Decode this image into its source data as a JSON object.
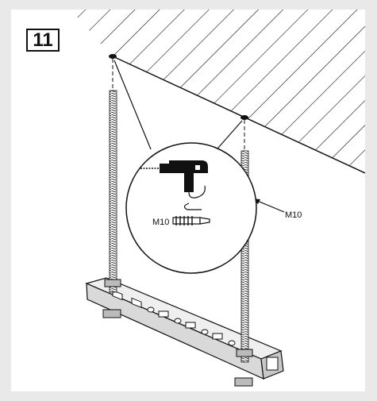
{
  "step": {
    "number": "11"
  },
  "labels": {
    "rod_thread": "M10",
    "anchor_size": "M10"
  },
  "icons": [
    "ceiling-hatch",
    "threaded-rod",
    "drill-icon",
    "wall-plug-icon",
    "mounting-rail"
  ],
  "colors": {
    "frame_bg": "#e9e9e9",
    "panel_bg": "#ffffff",
    "rail": "#d9d9d9",
    "ink": "#111111"
  }
}
